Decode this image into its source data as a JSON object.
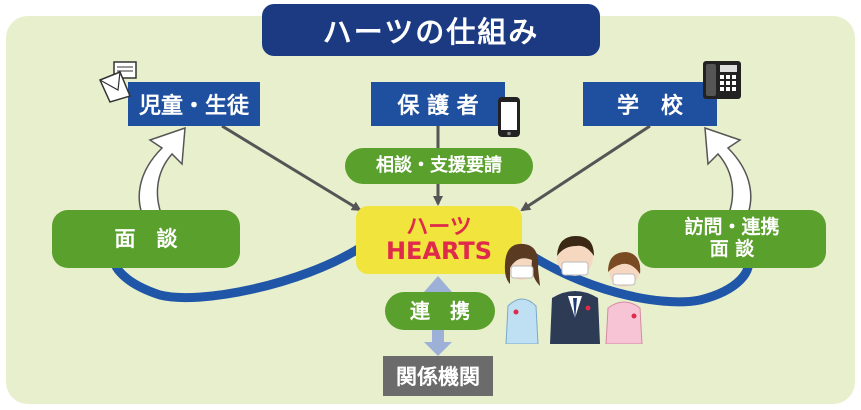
{
  "title": "ハーツの仕組み",
  "nodes": {
    "student": "児童・生徒",
    "guardian": "保 護 者",
    "school": "学　校",
    "center_jp": "ハーツ",
    "center_en": "HEARTS",
    "agencies": "関係機関"
  },
  "labels": {
    "consult_request": "相談・支援要請",
    "interview_left": "面　談",
    "visit_line1": "訪問・連携",
    "visit_line2": "面 談",
    "cooperation": "連　携"
  },
  "icons": [
    "mail-icon",
    "smartphone-icon",
    "desk-phone-icon",
    "staff-people-illustration"
  ],
  "colors": {
    "panel_bg": "#e8efcd",
    "title_bg": "#1b3a82",
    "node_bg": "#1f4f9f",
    "label_bg": "#5aa02c",
    "center_bg": "#f1e43c",
    "center_text": "#e02a4b",
    "agencies_bg": "#6b6b6b",
    "curve_blue": "#1f56a8",
    "link_arrow": "#9db1d8"
  }
}
